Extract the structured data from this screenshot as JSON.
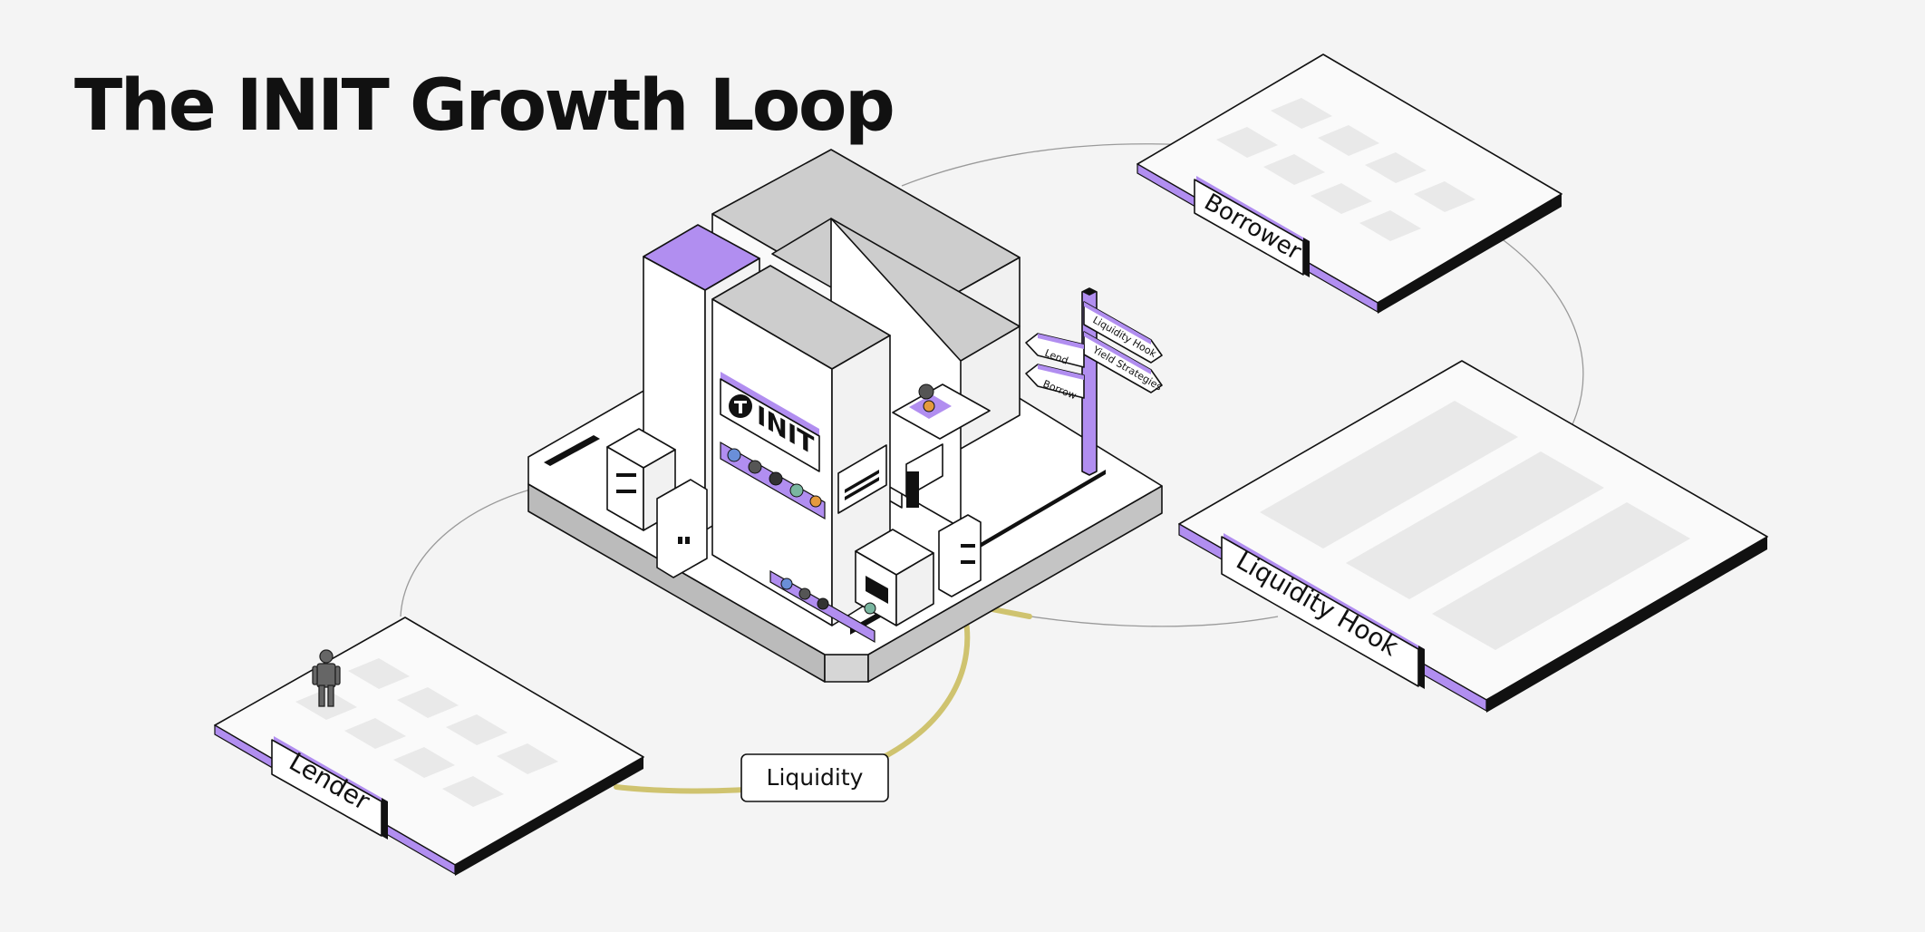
{
  "title": "The INIT Growth Loop",
  "brand": {
    "logo_text": "INIT"
  },
  "platforms": {
    "borrower": "Borrower",
    "liquidity_hook": "Liquidity Hook",
    "lender": "Lender"
  },
  "flow_label": "Liquidity",
  "signpost": {
    "right_signs": [
      "Liquidity Hook",
      "Yield Strategies"
    ],
    "left_signs": [
      "Lend",
      "Borrow"
    ]
  },
  "colors": {
    "background": "#f4f4f4",
    "accent_purple": "#b18ef0",
    "liquidity_flow": "#cfc36f",
    "ink": "#111111",
    "roof_gray": "#cdcdcd"
  },
  "icons": [
    "person-icon",
    "init-logo-icon",
    "token-icon"
  ]
}
